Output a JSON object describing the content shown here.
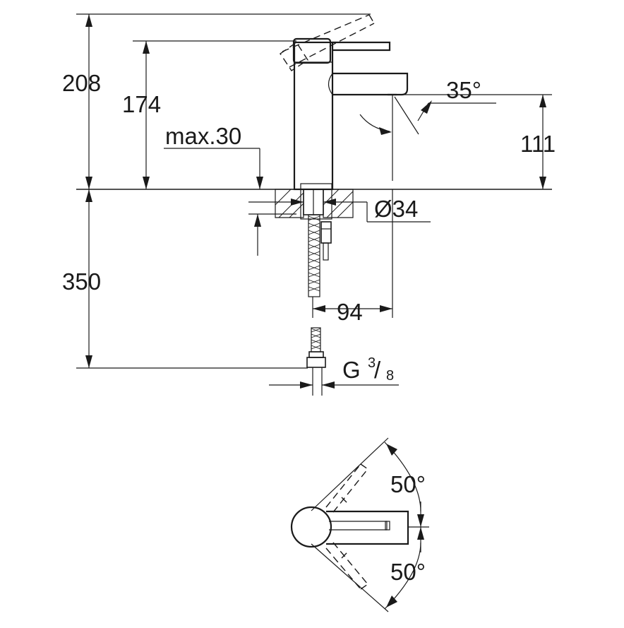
{
  "dimensions": {
    "total_height": "208",
    "spout_height": "174",
    "max_thickness": "max.30",
    "spout_clearance": "111",
    "spout_angle": "35°",
    "hole_diameter": "Ø34",
    "hose_length": "350",
    "reach": "94",
    "connection_prefix": "G",
    "connection_numerator": "3",
    "connection_denominator": "8",
    "rotation_angle_top": "50°",
    "rotation_angle_bottom": "50°"
  }
}
